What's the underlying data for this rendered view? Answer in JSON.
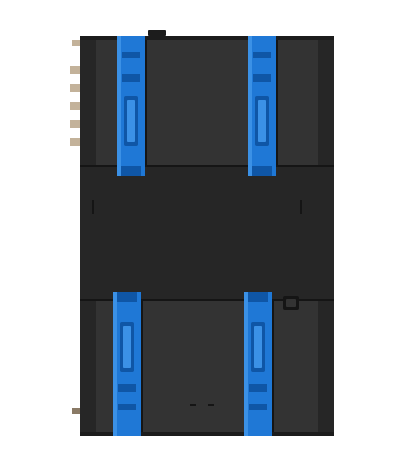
{
  "image": {
    "subject": "dark-grey-module-with-blue-din-clips",
    "colors": {
      "background": "#ffffff",
      "housing": "#333333",
      "housing_dark": "#262626",
      "housing_edge": "#1c1c1c",
      "seam": "#151515",
      "clip": "#1f78d6",
      "clip_light": "#3b91e6",
      "clip_dark": "#0f56a6",
      "pin": "#c3b29a",
      "pin_dark": "#8a7a66"
    },
    "clip_count": 4,
    "side_pin_count": 6
  }
}
